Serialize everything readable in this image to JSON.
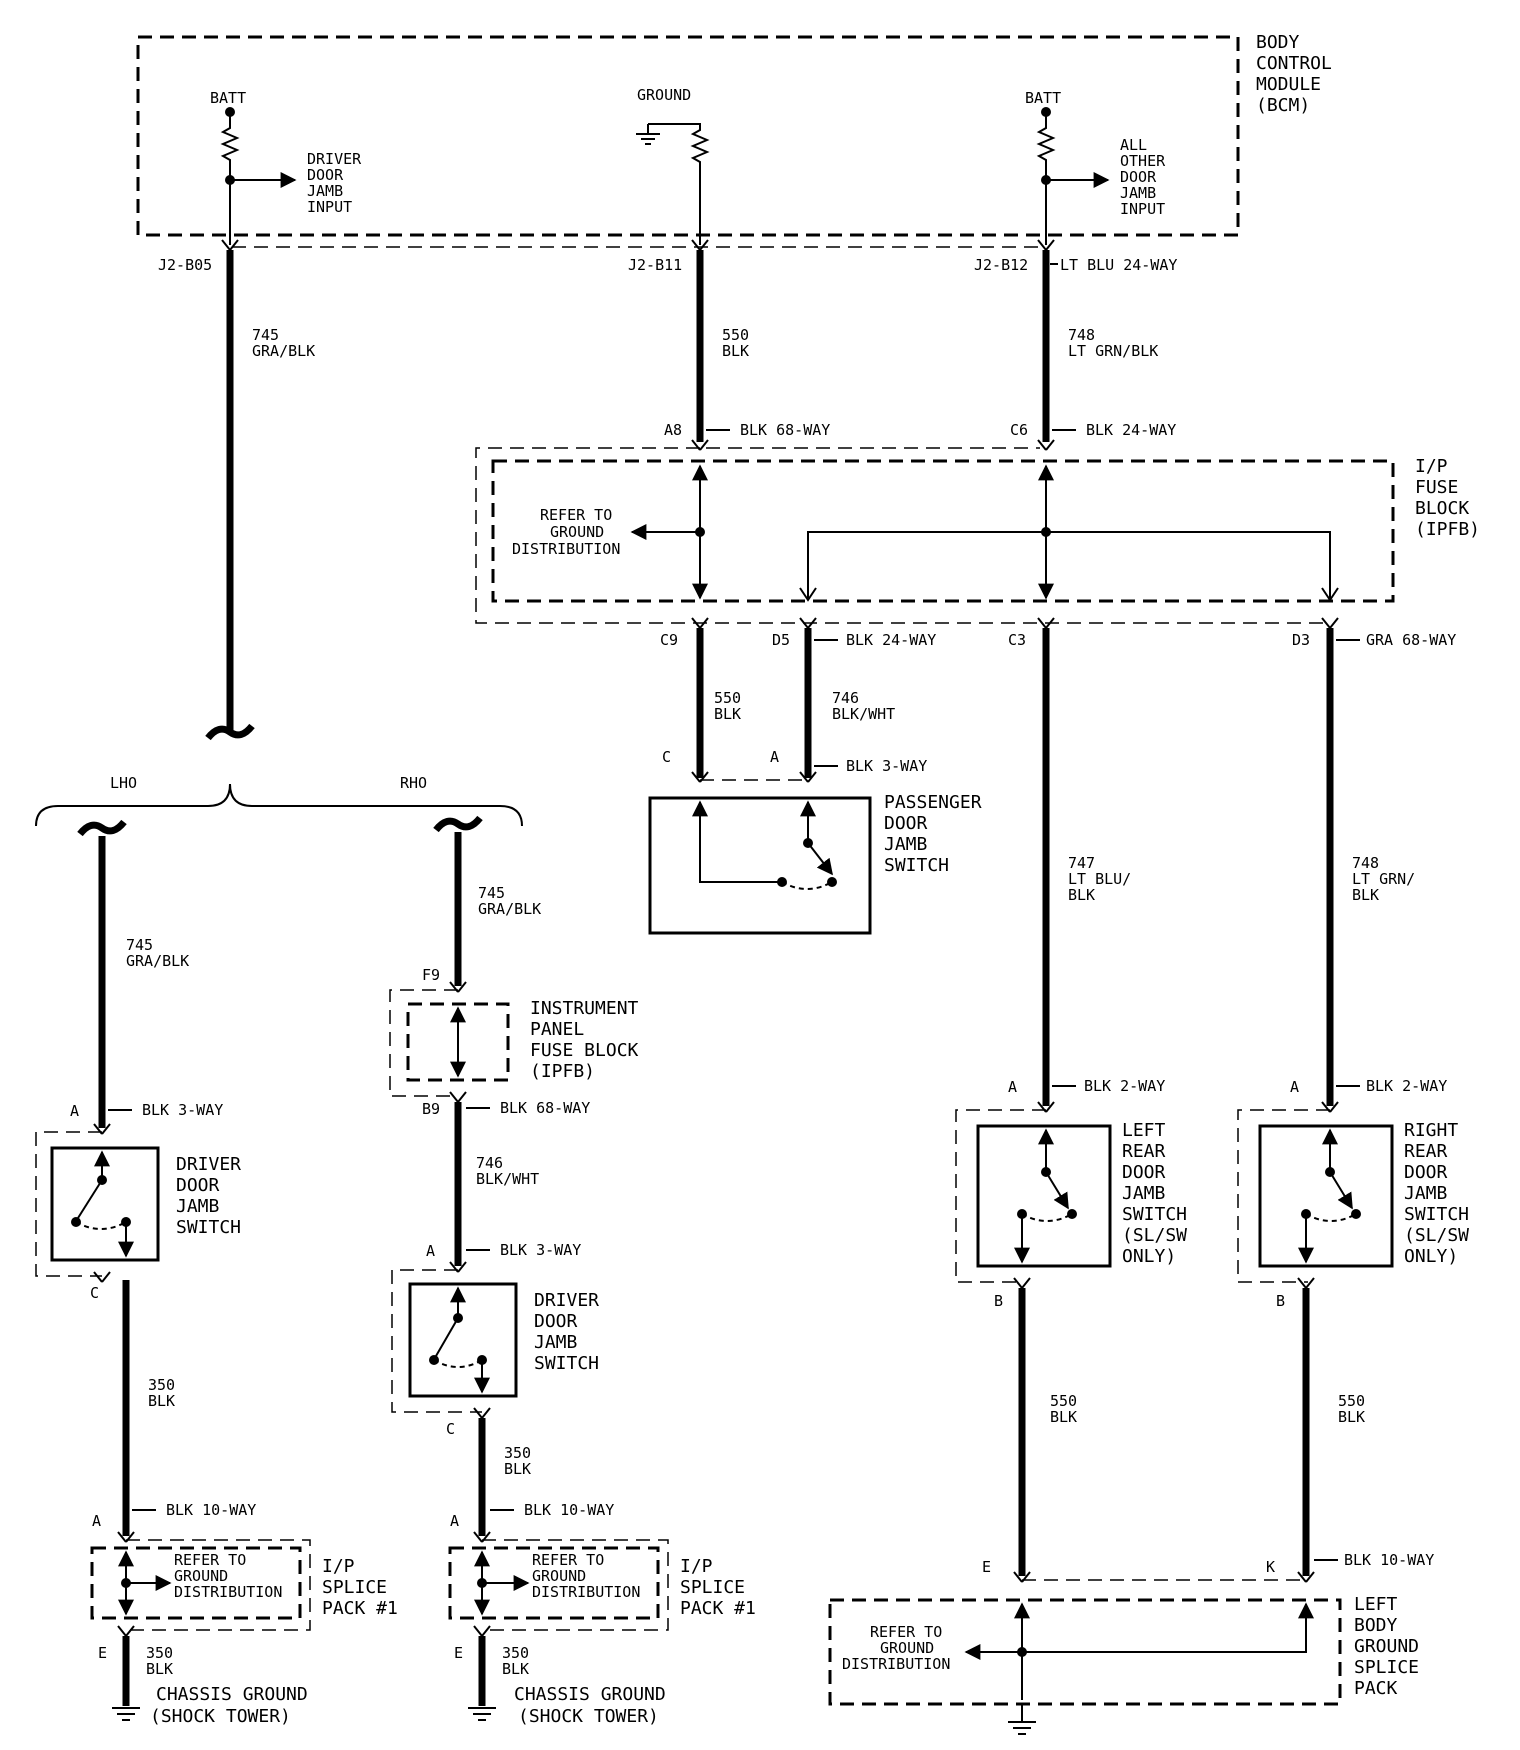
{
  "bcm": {
    "label_lines": [
      "BODY",
      "CONTROL",
      "MODULE",
      "(BCM)"
    ],
    "batt_left": "BATT",
    "ground": "GROUND",
    "batt_right": "BATT",
    "driver_input_lines": [
      "DRIVER",
      "DOOR",
      "JAMB",
      "INPUT"
    ],
    "other_input_lines": [
      "ALL",
      "OTHER",
      "DOOR",
      "JAMB",
      "INPUT"
    ],
    "pins": {
      "b05": "J2-B05",
      "b11": "J2-B11",
      "b12": "J2-B12"
    },
    "connector_b12": "LT BLU 24-WAY"
  },
  "wires": {
    "w745_top": {
      "num": "745",
      "color": "GRA/BLK"
    },
    "w550_top": {
      "num": "550",
      "color": "BLK"
    },
    "w748_top": {
      "num": "748",
      "color": "LT GRN/BLK"
    },
    "w550_mid": {
      "num": "550",
      "color": "BLK"
    },
    "w746_mid": {
      "num": "746",
      "color": "BLK/WHT"
    },
    "w747": {
      "num": "747",
      "color1": "LT BLU/",
      "color2": "BLK"
    },
    "w748_right": {
      "num": "748",
      "color1": "LT GRN/",
      "color2": "BLK"
    },
    "w745_lho": {
      "num": "745",
      "color": "GRA/BLK"
    },
    "w745_rho": {
      "num": "745",
      "color": "GRA/BLK"
    },
    "w746_rho": {
      "num": "746",
      "color": "BLK/WHT"
    },
    "w350_lho": {
      "num": "350",
      "color": "BLK"
    },
    "w350_rho": {
      "num": "350",
      "color": "BLK"
    },
    "w350_lho_bot": {
      "num": "350",
      "color": "BLK"
    },
    "w350_rho_bot": {
      "num": "350",
      "color": "BLK"
    },
    "w550_lr": {
      "num": "550",
      "color": "BLK"
    },
    "w550_rr": {
      "num": "550",
      "color": "BLK"
    }
  },
  "ipfb": {
    "label_lines": [
      "I/P",
      "FUSE",
      "BLOCK",
      "(IPFB)"
    ],
    "pin_a8": "A8",
    "conn_a8": "BLK 68-WAY",
    "pin_c6": "C6",
    "conn_c6": "BLK 24-WAY",
    "refer_lines": [
      "REFER TO",
      "GROUND",
      "DISTRIBUTION"
    ],
    "pin_c9": "C9",
    "pin_d5": "D5",
    "conn_d5": "BLK 24-WAY",
    "pin_c3": "C3",
    "pin_d3": "D3",
    "conn_d3": "GRA 68-WAY"
  },
  "passenger_switch": {
    "pin_c": "C",
    "pin_a": "A",
    "conn": "BLK 3-WAY",
    "label_lines": [
      "PASSENGER",
      "DOOR",
      "JAMB",
      "SWITCH"
    ]
  },
  "branch": {
    "lho": "LHO",
    "rho": "RHO"
  },
  "lho": {
    "pin_a": "A",
    "conn_a": "BLK 3-WAY",
    "switch_lines": [
      "DRIVER",
      "DOOR",
      "JAMB",
      "SWITCH"
    ],
    "pin_c": "C",
    "pin_a2": "A",
    "conn_a2": "BLK 10-WAY",
    "refer_lines": [
      "REFER TO",
      "GROUND",
      "DISTRIBUTION"
    ],
    "splice_lines": [
      "I/P",
      "SPLICE",
      "PACK #1"
    ],
    "pin_e": "E",
    "ground_lines": [
      "CHASSIS GROUND",
      "(SHOCK TOWER)"
    ]
  },
  "rho": {
    "pin_f9": "F9",
    "ipfb_lines": [
      "INSTRUMENT",
      "PANEL",
      "FUSE BLOCK",
      "(IPFB)"
    ],
    "pin_b9": "B9",
    "conn_b9": "BLK 68-WAY",
    "pin_a": "A",
    "conn_a": "BLK 3-WAY",
    "switch_lines": [
      "DRIVER",
      "DOOR",
      "JAMB",
      "SWITCH"
    ],
    "pin_c": "C",
    "pin_a2": "A",
    "conn_a2": "BLK 10-WAY",
    "refer_lines": [
      "REFER TO",
      "GROUND",
      "DISTRIBUTION"
    ],
    "splice_lines": [
      "I/P",
      "SPLICE",
      "PACK #1"
    ],
    "pin_e": "E",
    "ground_lines": [
      "CHASSIS GROUND",
      "(SHOCK TOWER)"
    ]
  },
  "left_rear": {
    "pin_a": "A",
    "conn_a": "BLK 2-WAY",
    "label_lines": [
      "LEFT",
      "REAR",
      "DOOR",
      "JAMB",
      "SWITCH",
      "(SL/SW",
      "ONLY)"
    ],
    "pin_b": "B"
  },
  "right_rear": {
    "pin_a": "A",
    "conn_a": "BLK 2-WAY",
    "label_lines": [
      "RIGHT",
      "REAR",
      "DOOR",
      "JAMB",
      "SWITCH",
      "(SL/SW",
      "ONLY)"
    ],
    "pin_b": "B"
  },
  "body_splice": {
    "pin_e": "E",
    "pin_k": "K",
    "conn": "BLK 10-WAY",
    "refer_lines": [
      "REFER TO",
      "GROUND",
      "DISTRIBUTION"
    ],
    "label_lines": [
      "LEFT",
      "BODY",
      "GROUND",
      "SPLICE",
      "PACK"
    ]
  }
}
